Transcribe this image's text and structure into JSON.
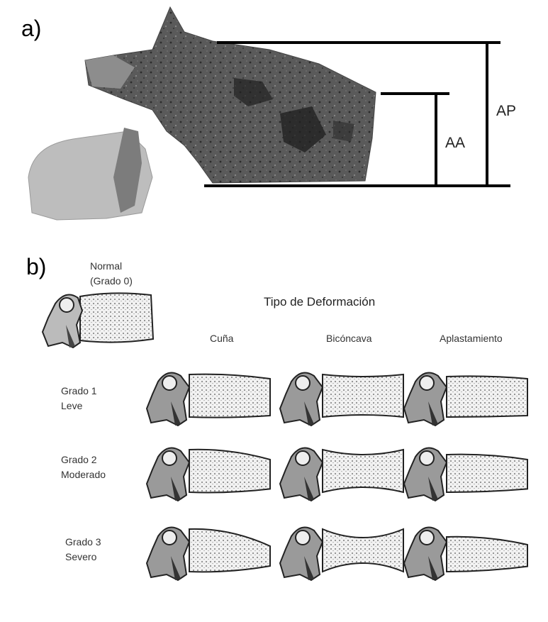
{
  "panel_a": {
    "label": "a)",
    "measure_ap": "AP",
    "measure_aa": "AA"
  },
  "panel_b": {
    "label": "b)",
    "normal_line1": "Normal",
    "normal_line2": "(Grado 0)",
    "header": "Tipo de Deformación",
    "columns": [
      "Cuña",
      "Bicóncava",
      "Aplastamiento"
    ],
    "rows": [
      {
        "line1": "Grado 1",
        "line2": "Leve"
      },
      {
        "line1": "Grado 2",
        "line2": "Moderado"
      },
      {
        "line1": "Grado 3",
        "line2": "Severo"
      }
    ]
  },
  "colors": {
    "bone_dark": "#3a3a3a",
    "bone_mid": "#6b6b6b",
    "bone_light": "#b5b5b5",
    "line": "#000000"
  }
}
